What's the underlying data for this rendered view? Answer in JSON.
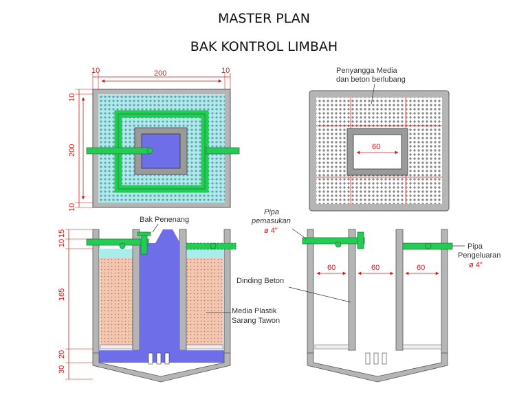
{
  "title": "MASTER PLAN",
  "subtitle": "BAK KONTROL LIMBAH",
  "dimensions": {
    "top_left": "10",
    "top_middle": "200",
    "top_right": "10",
    "left_top": "10",
    "left_middle": "200",
    "left_bottom": "10",
    "section_15": "15",
    "section_10": "10",
    "section_165": "165",
    "section_20": "20",
    "section_30": "30",
    "inner_60_plan": "60",
    "right_60_a": "60",
    "right_60_b": "60",
    "right_60_c": "60"
  },
  "labels": {
    "penyangga_line1": "Penyangga Media",
    "penyangga_line2": "dan beton berlubang",
    "bak_penenang": "Bak Penenang",
    "pipa_masuk_line1": "Pipa",
    "pipa_masuk_line2": "pemasukan",
    "pipa_masuk_size": "ø 4\"",
    "pipa_keluar_line1": "Pipa",
    "pipa_keluar_line2": "Pengeluaran",
    "pipa_keluar_size": "ø 4\"",
    "dinding_beton": "Dinding Beton",
    "media_line1": "Media Plastik",
    "media_line2": "Sarang Tawon"
  },
  "colors": {
    "concrete": "#b5b5b5",
    "water": "#a8ecec",
    "media": "#f3c6b0",
    "pipe": "#22cc55",
    "settling": "#6e6ee8",
    "dimension": "#dd1111",
    "grid_line": "#e05050"
  }
}
